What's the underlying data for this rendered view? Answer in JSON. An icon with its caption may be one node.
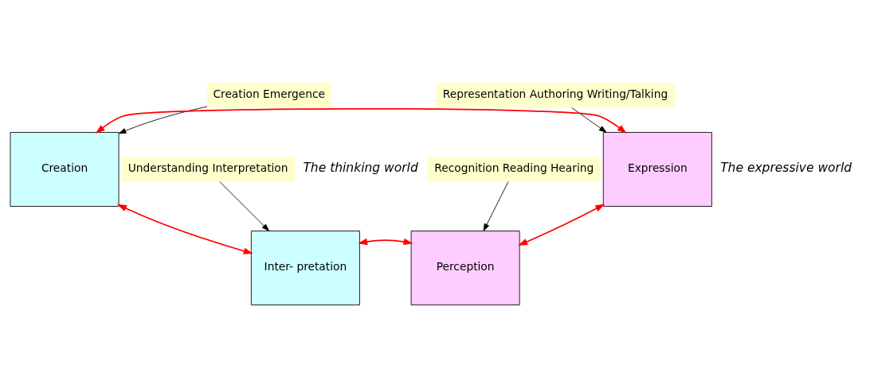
{
  "diagram": {
    "nodes": [
      {
        "text": [
          "Creation Emergence"
        ]
      },
      {
        "text": [
          "Representation Authoring Writing/Talking"
        ]
      },
      {
        "text": [
          "Creation"
        ]
      },
      {
        "text": [
          "Expression"
        ]
      },
      {
        "text": [
          "Inter- pretation"
        ]
      },
      {
        "text": [
          "Perception"
        ]
      },
      {
        "text": [
          "Understanding Interpretation"
        ]
      },
      {
        "text": [
          "Recognition Reading Hearing"
        ]
      }
    ],
    "edges": [
      {
        "from": 0,
        "to": 2,
        "arrow": "to"
      },
      {
        "from": 1,
        "to": 3,
        "arrow": "to"
      },
      {
        "from": 2,
        "to": 3,
        "arrow": "both",
        "color": "#ff0000"
      },
      {
        "from": 2,
        "to": 4,
        "arrow": "both",
        "color": "#ff0000"
      },
      {
        "from": 3,
        "to": 5,
        "arrow": "both",
        "color": "#ff0000"
      },
      {
        "from": 4,
        "to": 5,
        "arrow": "both",
        "color": "#ff0000"
      },
      {
        "from": 6,
        "to": 4,
        "arrow": "to"
      },
      {
        "from": 7,
        "to": 5,
        "arrow": "to"
      }
    ],
    "labels": [
      "The thinking world",
      "The expressive world"
    ]
  }
}
